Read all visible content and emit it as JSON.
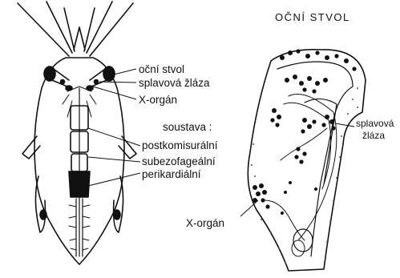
{
  "figure": {
    "right_title": "OČNÍ STVOL",
    "left_labels": {
      "eye_stalk": "oční stvol",
      "sinus_gland": "splavová žláza",
      "x_organ": "X-orgán",
      "system_heading": "soustava :",
      "postcommissural": "postkomisurální",
      "subesophageal": "subezofageální",
      "pericardial": "perikardiální"
    },
    "right_labels": {
      "sinus_gland_line1": "splavová",
      "sinus_gland_line2": "žláza",
      "x_organ": "X-orgán"
    }
  },
  "colors": {
    "ink": "#111111",
    "paper": "#ffffff",
    "stipple": "#555555"
  }
}
